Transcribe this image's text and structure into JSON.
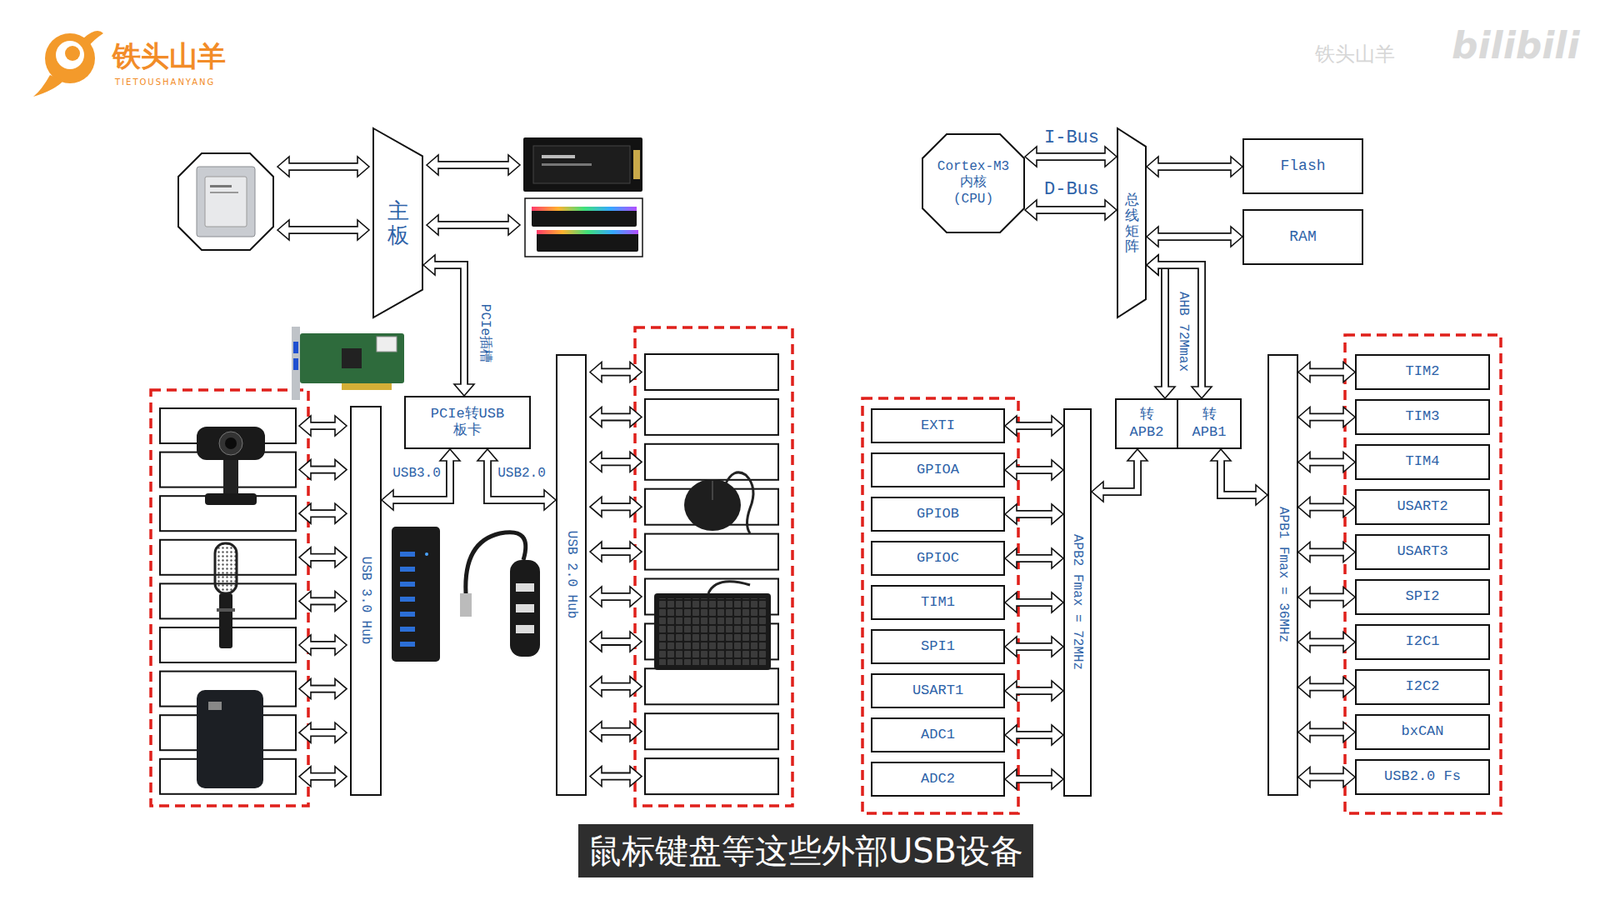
{
  "diagram": {
    "caption": "鼠标键盘等这些外部USB设备",
    "nodes": [
      {
        "text": [
          "主板"
        ]
      },
      {
        "text": [
          "PCIe转USB 板卡"
        ]
      },
      {
        "text": [
          "USB 3.0 Hub"
        ]
      },
      {
        "text": [
          "USB 2.0 Hub"
        ]
      },
      {
        "text": [
          "Cortex-M3 内核 (CPU)"
        ]
      },
      {
        "text": [
          "总线矩阵"
        ]
      },
      {
        "text": [
          "Flash"
        ]
      },
      {
        "text": [
          "RAM"
        ]
      },
      {
        "text": [
          "转 APB2"
        ]
      },
      {
        "text": [
          "转 APB1"
        ]
      },
      {
        "text": [
          "APB2 Fmax = 72MHz"
        ]
      },
      {
        "text": [
          "APB1 Fmax = 36MHz"
        ]
      },
      {
        "text": [
          "EXTI"
        ]
      },
      {
        "text": [
          "GPIOA"
        ]
      },
      {
        "text": [
          "GPIOB"
        ]
      },
      {
        "text": [
          "GPIOC"
        ]
      },
      {
        "text": [
          "TIM1"
        ]
      },
      {
        "text": [
          "SPI1"
        ]
      },
      {
        "text": [
          "USART1"
        ]
      },
      {
        "text": [
          "ADC1"
        ]
      },
      {
        "text": [
          "ADC2"
        ]
      },
      {
        "text": [
          "TIM2"
        ]
      },
      {
        "text": [
          "TIM3"
        ]
      },
      {
        "text": [
          "TIM4"
        ]
      },
      {
        "text": [
          "USART2"
        ]
      },
      {
        "text": [
          "USART3"
        ]
      },
      {
        "text": [
          "SPI2"
        ]
      },
      {
        "text": [
          "I2C1"
        ]
      },
      {
        "text": [
          "I2C2"
        ]
      },
      {
        "text": [
          "bxCAN"
        ]
      },
      {
        "text": [
          "USB2.0 Fs"
        ]
      }
    ],
    "edges": [
      {
        "from": 1,
        "to": 0,
        "label": "PCIe插槽",
        "arrow": "both"
      },
      {
        "from": 1,
        "to": 2,
        "label": "USB3.0",
        "arrow": "both"
      },
      {
        "from": 1,
        "to": 3,
        "label": "USB2.0",
        "arrow": "both"
      },
      {
        "from": 4,
        "to": 5,
        "label": "I-Bus",
        "arrow": "both"
      },
      {
        "from": 4,
        "to": 5,
        "label": "D-Bus",
        "arrow": "both"
      },
      {
        "from": 5,
        "to": 6,
        "arrow": "both"
      },
      {
        "from": 5,
        "to": 7,
        "arrow": "both"
      },
      {
        "from": 5,
        "to": 8,
        "label": "AHB 72Mmax",
        "arrow": "both"
      },
      {
        "from": 5,
        "to": 9,
        "arrow": "both"
      },
      {
        "from": 8,
        "to": 10,
        "arrow": "both"
      },
      {
        "from": 9,
        "to": 11,
        "arrow": "both"
      },
      {
        "from": 10,
        "to": 12,
        "arrow": "both"
      },
      {
        "from": 10,
        "to": 13,
        "arrow": "both"
      },
      {
        "from": 10,
        "to": 14,
        "arrow": "both"
      },
      {
        "from": 10,
        "to": 15,
        "arrow": "both"
      },
      {
        "from": 10,
        "to": 16,
        "arrow": "both"
      },
      {
        "from": 10,
        "to": 17,
        "arrow": "both"
      },
      {
        "from": 10,
        "to": 18,
        "arrow": "both"
      },
      {
        "from": 10,
        "to": 19,
        "arrow": "both"
      },
      {
        "from": 10,
        "to": 20,
        "arrow": "both"
      },
      {
        "from": 11,
        "to": 21,
        "arrow": "both"
      },
      {
        "from": 11,
        "to": 22,
        "arrow": "both"
      },
      {
        "from": 11,
        "to": 23,
        "arrow": "both"
      },
      {
        "from": 11,
        "to": 24,
        "arrow": "both"
      },
      {
        "from": 11,
        "to": 25,
        "arrow": "both"
      },
      {
        "from": 11,
        "to": 26,
        "arrow": "both"
      },
      {
        "from": 11,
        "to": 27,
        "arrow": "both"
      },
      {
        "from": 11,
        "to": 28,
        "arrow": "both"
      },
      {
        "from": 11,
        "to": 29,
        "arrow": "both"
      },
      {
        "from": 11,
        "to": 30,
        "arrow": "both"
      }
    ],
    "labels": [
      "铁头山羊",
      "TIETOUSHANYANG",
      "铁头山羊",
      "bilibili"
    ]
  }
}
